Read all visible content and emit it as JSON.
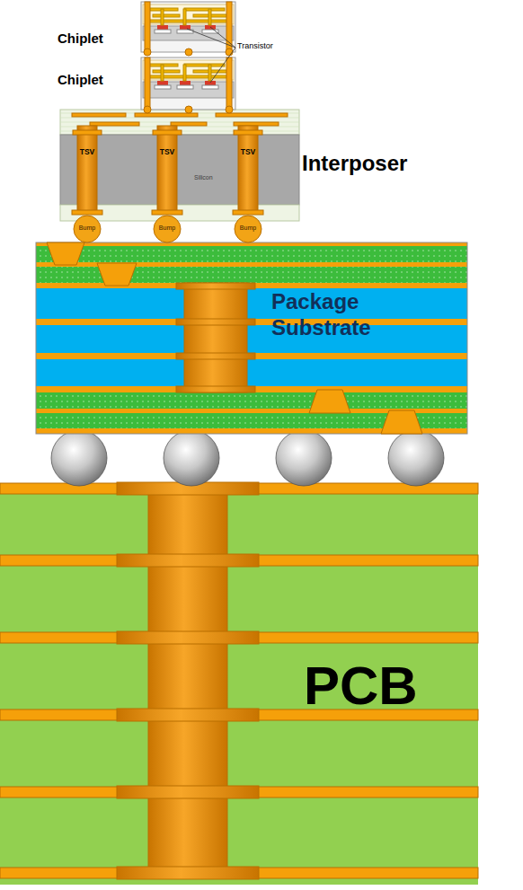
{
  "diagram": {
    "nodes": [
      {
        "text": [
          "Chiplet"
        ]
      },
      {
        "text": [
          "Chiplet"
        ]
      },
      {
        "text": [
          "Interposer"
        ]
      },
      {
        "text": [
          "TSV"
        ],
        "in": 2
      },
      {
        "text": [
          "TSV"
        ],
        "in": 2
      },
      {
        "text": [
          "TSV"
        ],
        "in": 2
      },
      {
        "text": [
          "Bump"
        ]
      },
      {
        "text": [
          "Bump"
        ]
      },
      {
        "text": [
          "Bump"
        ]
      },
      {
        "text": [
          "Package Substrate"
        ]
      },
      {
        "text": [
          "PCB"
        ]
      }
    ],
    "labels": [
      "Transistor",
      "Silicon"
    ]
  }
}
